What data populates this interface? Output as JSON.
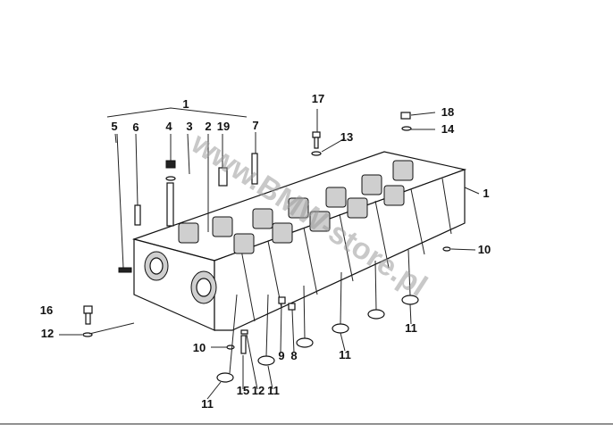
{
  "watermark": "www.BMW-store.pl",
  "callouts": [
    {
      "id": "c1a",
      "text": "1"
    },
    {
      "id": "c1b",
      "text": "1"
    },
    {
      "id": "c2",
      "text": "2"
    },
    {
      "id": "c3",
      "text": "3"
    },
    {
      "id": "c4",
      "text": "4"
    },
    {
      "id": "c5",
      "text": "5"
    },
    {
      "id": "c6",
      "text": "6"
    },
    {
      "id": "c7",
      "text": "7"
    },
    {
      "id": "c8",
      "text": "8"
    },
    {
      "id": "c9",
      "text": "9"
    },
    {
      "id": "c10a",
      "text": "10"
    },
    {
      "id": "c10b",
      "text": "10"
    },
    {
      "id": "c11a",
      "text": "11"
    },
    {
      "id": "c11b",
      "text": "11"
    },
    {
      "id": "c11c",
      "text": "11"
    },
    {
      "id": "c11d",
      "text": "11"
    },
    {
      "id": "c12a",
      "text": "12"
    },
    {
      "id": "c12b",
      "text": "12"
    },
    {
      "id": "c13",
      "text": "13"
    },
    {
      "id": "c14",
      "text": "14"
    },
    {
      "id": "c15",
      "text": "15"
    },
    {
      "id": "c16",
      "text": "16"
    },
    {
      "id": "c17",
      "text": "17"
    },
    {
      "id": "c18",
      "text": "18"
    },
    {
      "id": "c19",
      "text": "19"
    }
  ]
}
